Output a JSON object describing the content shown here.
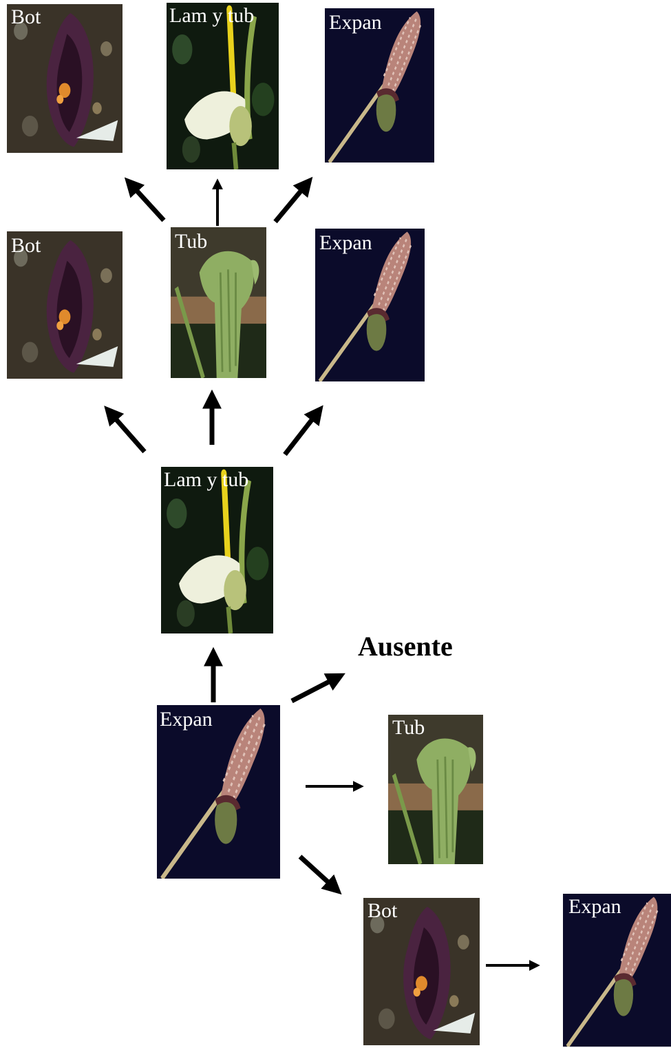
{
  "stages": {
    "bot": "Bot",
    "lam_tub": "Lam y tub",
    "tub": "Tub",
    "expan": "Expan"
  },
  "absent_label": "Ausente",
  "colors": {
    "arrow": "#000000",
    "photo_dark": "#0b0b2a",
    "bot_spathe": "#4a2340",
    "tub_spathe": "#8fae63",
    "lam_spathe": "#eef0dc",
    "spadix_yellow": "#e8d21c",
    "spadix_pink": "#b9847a"
  },
  "icons": [
    "bot-photo",
    "lam-tub-photo",
    "tub-photo",
    "expan-photo",
    "arrow-icon"
  ]
}
